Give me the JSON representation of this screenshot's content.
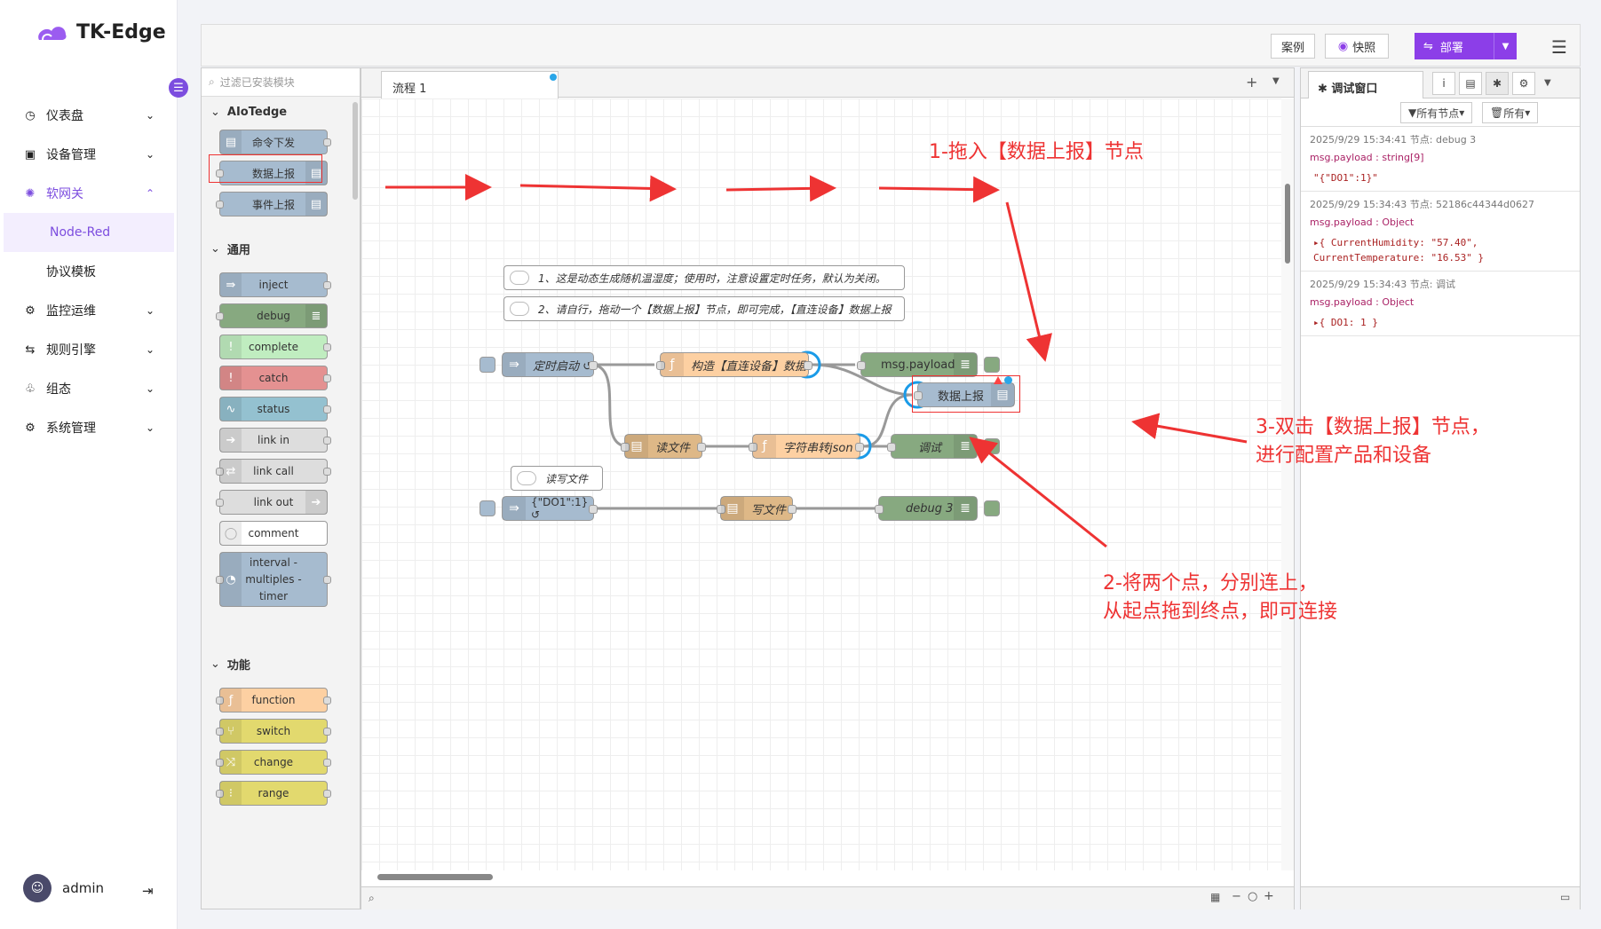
{
  "app": {
    "logo_text": "TK-Edge"
  },
  "nav": {
    "items": [
      {
        "label": "仪表盘",
        "icon": "dashboard-icon"
      },
      {
        "label": "设备管理",
        "icon": "device-icon"
      },
      {
        "label": "软网关",
        "icon": "gateway-icon"
      }
    ],
    "subitems": [
      "Node-Red",
      "协议模板"
    ],
    "items2": [
      {
        "label": "监控运维",
        "icon": "monitor-icon"
      },
      {
        "label": "规则引擎",
        "icon": "rule-icon"
      },
      {
        "label": "组态",
        "icon": "scada-icon"
      },
      {
        "label": "系统管理",
        "icon": "settings-icon"
      }
    ]
  },
  "user": {
    "name": "admin"
  },
  "header": {
    "examples": "案例",
    "snapshot": "快照",
    "deploy": "部署"
  },
  "palette": {
    "filter_placeholder": "过滤已安装模块",
    "cat1": "AIoTedge",
    "cat2": "通用",
    "cat3": "功能",
    "nodes": [
      "命令下发",
      "数据上报",
      "事件上报",
      "inject",
      "debug",
      "complete",
      "catch",
      "status",
      "link in",
      "link call",
      "link out",
      "comment",
      "interval -",
      "multiples -",
      "timer",
      "function",
      "switch",
      "change",
      "range"
    ]
  },
  "workspace": {
    "tab": "流程 1"
  },
  "flow": {
    "comments": [
      "1、这是动态生成随机温湿度；使用时，注意设置定时任务，默认为关闭。",
      "2、请自行，拖动一个【数据上报】节点，即可完成，【直连设备】数据上报",
      "读写文件"
    ],
    "nodes": [
      "定时启动 ↺",
      "构造【直连设备】数据",
      "msg.payload",
      "数据上报",
      "读文件",
      "字符串转json",
      "调试",
      "{\"DO1\":1} ↺",
      "写文件",
      "debug 3"
    ]
  },
  "debug": {
    "tab": "调试窗口",
    "filter_nodes": "所有节点",
    "filter_all": "所有",
    "messages": [
      {
        "meta": "2025/9/29 15:34:41   节点: debug 3",
        "topic": "msg.payload : string[9]",
        "lines": [
          "\"{\"DO1\":1}\""
        ]
      },
      {
        "meta": "2025/9/29 15:34:43   节点: 52186c44344d0627",
        "topic": "msg.payload : Object",
        "lines": [
          "▸{ CurrentHumidity: \"57.40\",",
          "CurrentTemperature: \"16.53\" }"
        ]
      },
      {
        "meta": "2025/9/29 15:34:43   节点: 调试",
        "topic": "msg.payload : Object",
        "lines": [
          "▸{ DO1: 1 }"
        ]
      }
    ]
  },
  "annotations": {
    "a1": "1-拖入【数据上报】节点",
    "a2_l1": "2-将两个点，分别连上，",
    "a2_l2": "从起点拖到终点，即可连接",
    "a3_l1": "3-双击【数据上报】节点，",
    "a3_l2": "进行配置产品和设备"
  },
  "colors": {
    "accent": "#8c3ee8",
    "annotation": "#e33333",
    "highlight_ring": "#1a9be8"
  }
}
